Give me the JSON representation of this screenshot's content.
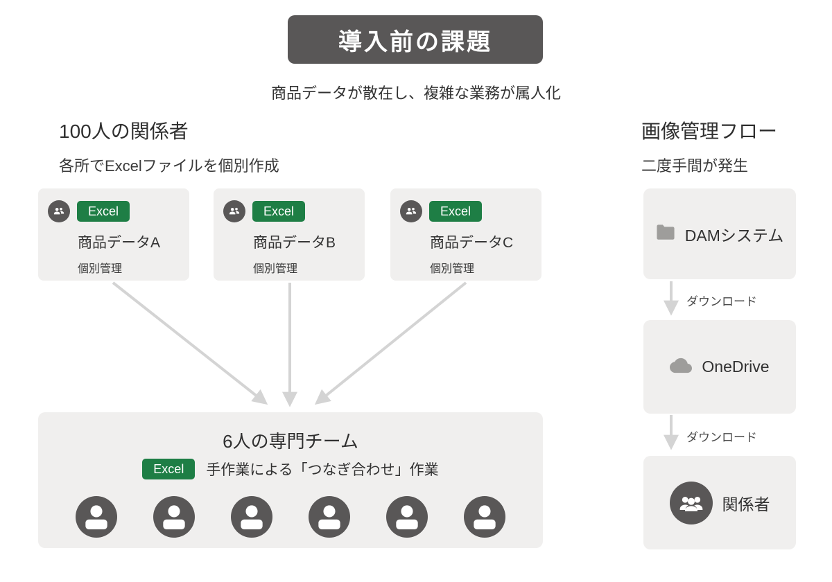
{
  "header": {
    "title": "導入前の課題",
    "subtitle": "商品データが散在し、複雑な業務が属人化"
  },
  "left_section": {
    "heading": "100人の関係者",
    "subheading": "各所でExcelファイルを個別作成",
    "cards": [
      {
        "badge": "Excel",
        "name": "商品データA",
        "note": "個別管理"
      },
      {
        "badge": "Excel",
        "name": "商品データB",
        "note": "個別管理"
      },
      {
        "badge": "Excel",
        "name": "商品データC",
        "note": "個別管理"
      }
    ],
    "team": {
      "title": "6人の専門チーム",
      "badge": "Excel",
      "description": "手作業による「つなぎ合わせ」作業"
    }
  },
  "right_section": {
    "heading": "画像管理フロー",
    "subheading": "二度手間が発生",
    "dam_label": "DAMシステム",
    "download1": "ダウンロード",
    "onedrive_label": "OneDrive",
    "download2": "ダウンロード",
    "stakeholders_label": "関係者"
  },
  "icons": {
    "card_icon": "users-icon",
    "team_member_icon": "person-icon",
    "dam_icon": "folder-icon",
    "onedrive_icon": "cloud-icon",
    "stakeholders_icon": "group-icon"
  },
  "colors": {
    "title_bg": "#595757",
    "excel_badge": "#1e7e45",
    "box_bg": "#f0efee",
    "arrow": "#d4d4d4",
    "muted_icon": "#9e9d9b",
    "dark_icon": "#595757",
    "text": "#323232"
  }
}
